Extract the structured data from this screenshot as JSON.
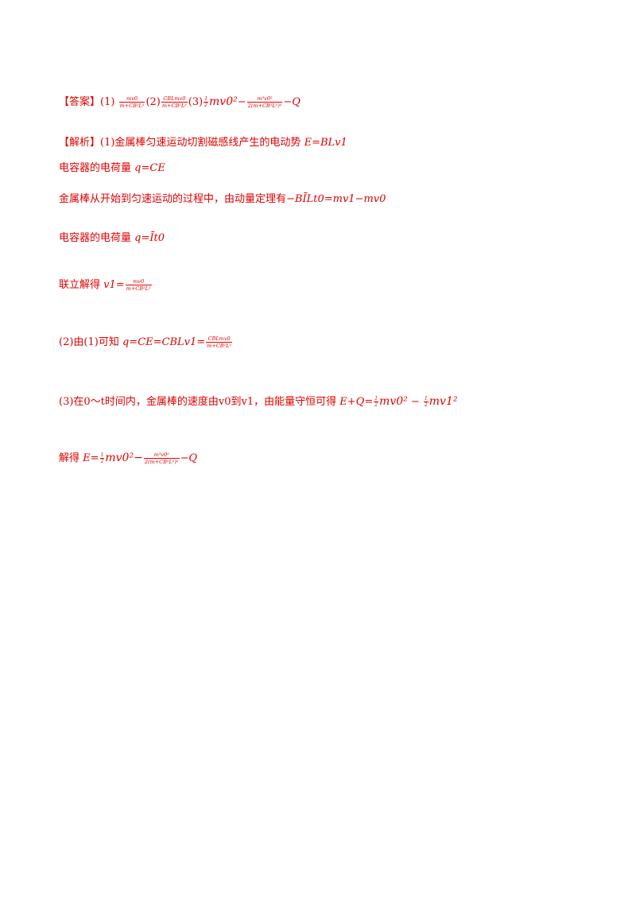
{
  "answer": {
    "label": "【答案】",
    "p1": "(1)",
    "f1_num": "mv0",
    "f1_den": "m+CB²L²",
    "p2": "(2)",
    "f2_num": "CBLmv0",
    "f2_den": "m+CB²L²",
    "p3": "(3)",
    "half_num": "1",
    "half_den": "2",
    "mv0sq": "mv0²",
    "minus": "−",
    "f3_num": "m³v0²",
    "f3_den": "2(m+CB²L²)²",
    "tail": "−Q"
  },
  "analysis": {
    "label": "【解析】",
    "line1": "(1)金属棒匀速运动切割磁感线产生的电动势",
    "line1_eq": "E=BLv1",
    "line2_pre": "电容器的电荷量",
    "line2_eq": "q=CE",
    "line3_pre": "金属棒从开始到匀速运动的过程中，由动量定理有",
    "line3_eq": "−BĪLt0=mv1−mv0",
    "line4_pre": "电容器的电荷量",
    "line4_eq": "q=Īt0",
    "line5_pre": "联立解得",
    "line5_eq": "v1=",
    "line5_num": "mv0",
    "line5_den": "m+CB²L²",
    "line6_pre": "(2)由(1)可知",
    "line6_eq": "q=CE=CBLv1=",
    "line6_num": "CBLmv0",
    "line6_den": "m+CB²L²",
    "line7_pre": "(3)在0～t时间内，金属棒的速度由v0到v1，由能量守恒可得",
    "line7_eq": "E+Q=",
    "line7_rest1": "mv0²",
    "line7_minus": " − ",
    "line7_rest2": "mv1²",
    "line8_pre": "解得",
    "line8_eq": "E=",
    "line8_mid": "mv0²−",
    "line8_num": "m³v0²",
    "line8_den": "2(m+CB²L²)²",
    "line8_tail": "−Q"
  },
  "colors": {
    "text": "#e00000",
    "background": "#ffffff"
  }
}
